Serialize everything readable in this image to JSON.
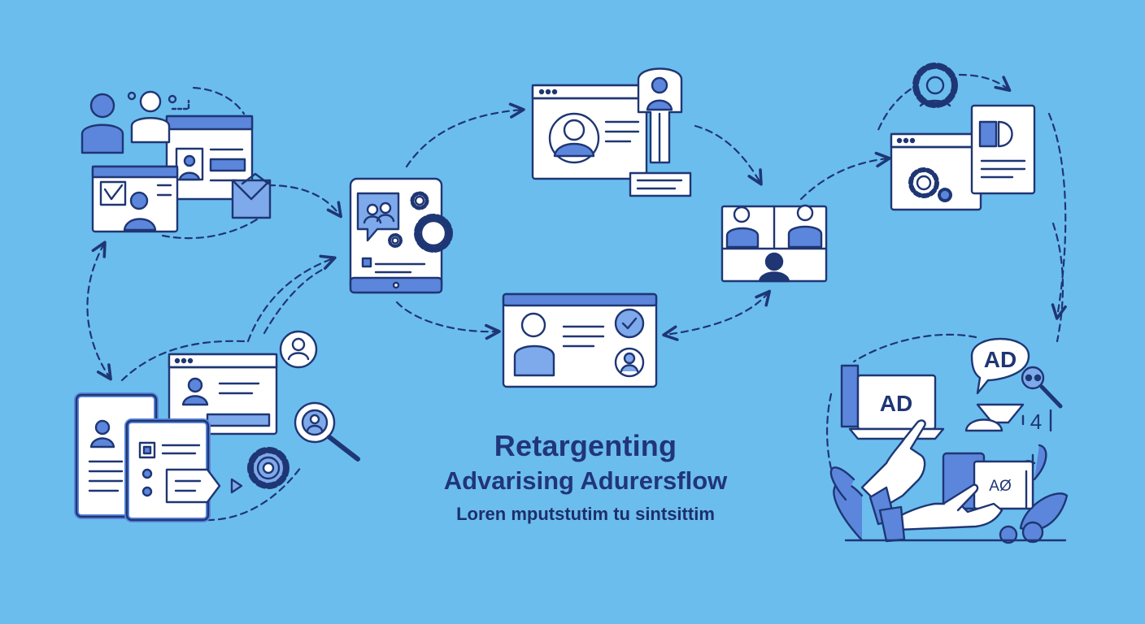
{
  "colors": {
    "background": "#6bbdee",
    "ink": "#1f3674",
    "accent": "#5b86dc",
    "paper": "#ffffff",
    "title_text": "#21357a",
    "caption_text": "#1d2f6a"
  },
  "caption": {
    "title": "Retargenting",
    "subtitle": "Advarising Adurersflow",
    "tagline": "Loren mputstutim tu sintsittim"
  },
  "ad_labels": {
    "speech_bubble": "AD",
    "laptop_screen": "AD",
    "hand_card": "AØ",
    "side_mark": "4"
  },
  "icons": [
    "users-icon",
    "browser-window-icon",
    "profile-card-icon",
    "envelope-icon",
    "tablet-icon",
    "chat-bubble-icon",
    "gear-icon",
    "user-badge-icon",
    "checkmark-icon",
    "video-call-icon",
    "pie-chart-icon",
    "magnifier-icon",
    "laptop-icon",
    "pointing-hand-icon",
    "plant-icon"
  ]
}
